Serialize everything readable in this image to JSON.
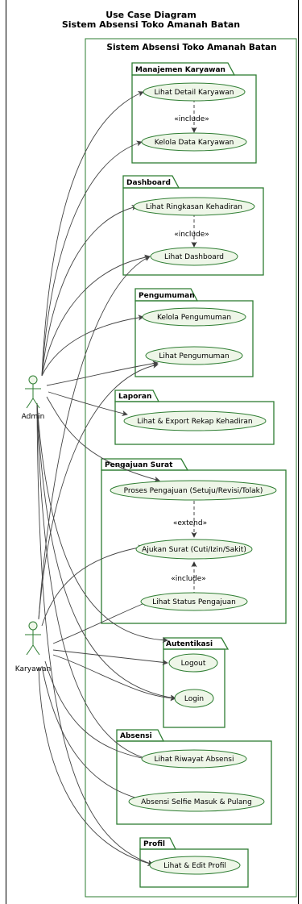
{
  "diagram": {
    "title_line1": "Use Case Diagram",
    "title_line2": "Sistem Absensi Toko Amanah Batan",
    "system": "Sistem Absensi Toko Amanah Batan",
    "actors": {
      "admin": "Admin",
      "karyawan": "Karyawan"
    },
    "packages": {
      "manajemen": "Manajemen Karyawan",
      "dashboard": "Dashboard",
      "pengumuman": "Pengumuman",
      "laporan": "Laporan",
      "pengajuan": "Pengajuan Surat",
      "autentikasi": "Autentikasi",
      "absensi": "Absensi",
      "profil": "Profil"
    },
    "usecases": {
      "lihat_detail_karyawan": "Lihat Detail Karyawan",
      "kelola_data_karyawan": "Kelola Data Karyawan",
      "lihat_ringkasan": "Lihat Ringkasan Kehadiran",
      "lihat_dashboard": "Lihat Dashboard",
      "kelola_pengumuman": "Kelola Pengumuman",
      "lihat_pengumuman": "Lihat Pengumuman",
      "export_rekap": "Lihat & Export Rekap Kehadiran",
      "proses_pengajuan": "Proses Pengajuan (Setuju/Revisi/Tolak)",
      "ajukan_surat": "Ajukan Surat (Cuti/Izin/Sakit)",
      "lihat_status": "Lihat Status Pengajuan",
      "logout": "Logout",
      "login": "Login",
      "riwayat_absensi": "Lihat Riwayat Absensi",
      "absensi_selfie": "Absensi Selfie Masuk & Pulang",
      "edit_profil": "Lihat & Edit Profil"
    },
    "stereotypes": {
      "include1": "«include»",
      "include2": "«include»",
      "extend": "«extend»",
      "include3": "«include»"
    },
    "colors": {
      "border": "#2e7d32",
      "usecase_fill": "#eef6e8",
      "line": "#444444"
    }
  }
}
